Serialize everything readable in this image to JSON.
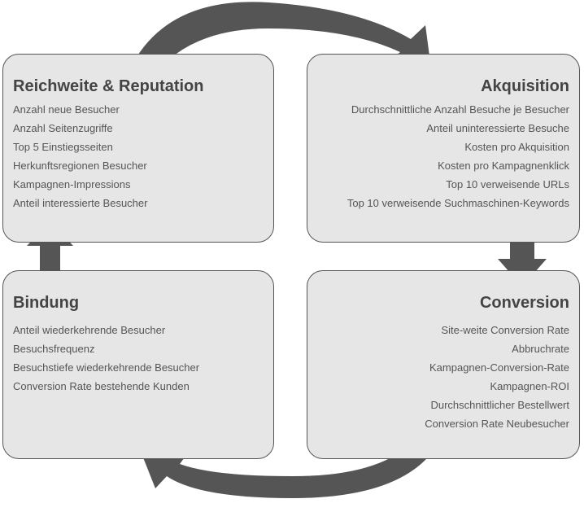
{
  "boxes": {
    "reichweite": {
      "title": "Reichweite & Reputation",
      "items": [
        "Anzahl neue Besucher",
        "Anzahl Seitenzugriffe",
        "Top 5 Einstiegsseiten",
        "Herkunftsregionen Besucher",
        "Kampagnen-Impressions",
        "Anteil interessierte Besucher"
      ]
    },
    "akquisition": {
      "title": "Akquisition",
      "items": [
        "Durchschnittliche Anzahl Besuche je Besucher",
        "Anteil uninteressierte Besuche",
        "Kosten pro Akquisition",
        "Kosten pro Kampagnenklick",
        "Top 10 verweisende URLs",
        "Top 10 verweisende Suchmaschinen-Keywords"
      ]
    },
    "bindung": {
      "title": "Bindung",
      "items": [
        "Anteil wiederkehrende Besucher",
        "Besuchsfrequenz",
        "Besuchstiefe wiederkehrende Besucher",
        "Conversion Rate bestehende Kunden"
      ]
    },
    "conversion": {
      "title": "Conversion",
      "items": [
        "Site-weite Conversion Rate",
        "Abbruchrate",
        "Kampagnen-Conversion-Rate",
        "Kampagnen-ROI",
        "Durchschnittlicher Bestellwert",
        "Conversion Rate Neubesucher"
      ]
    }
  },
  "colors": {
    "box_fill": "#e6e6e6",
    "box_border": "#555555",
    "arrow": "#555555",
    "title": "#444444",
    "text": "#555555"
  }
}
